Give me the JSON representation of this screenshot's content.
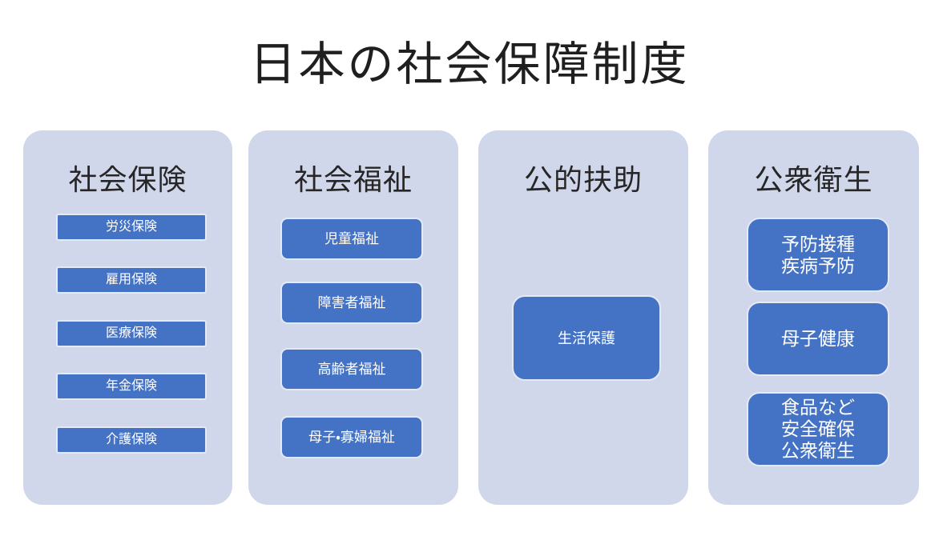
{
  "title": "日本の社会保障制度",
  "colors": {
    "panel-bg": "#D1D7EA",
    "box-bg": "#4472C4",
    "box-border": "#E3E9F5",
    "box-text": "#FFFFFF",
    "heading-text": "#262626",
    "title-text": "#1F1F1F"
  },
  "columns": [
    {
      "heading": "社会保険",
      "items": [
        "労災保険",
        "雇用保険",
        "医療保険",
        "年金保険",
        "介護保険"
      ]
    },
    {
      "heading": "社会福祉",
      "items": [
        "児童福祉",
        "障害者福祉",
        "高齢者福祉",
        "母子・寡婦福祉"
      ]
    },
    {
      "heading": "公的扶助",
      "items": [
        "生活保護"
      ]
    },
    {
      "heading": "公衆衛生",
      "items": [
        "予防接種\n疾病予防",
        "母子健康",
        "食品など\n安全確保\n公衆衛生"
      ]
    }
  ]
}
